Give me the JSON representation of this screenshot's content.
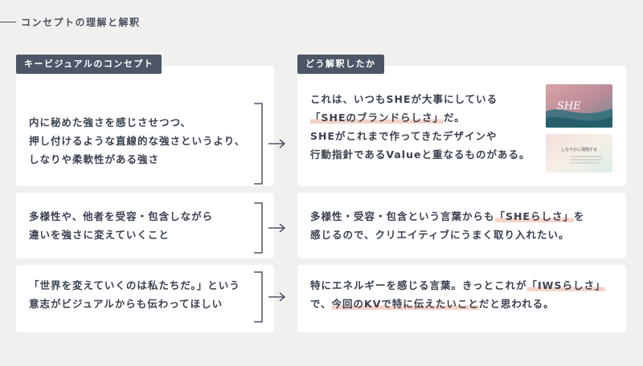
{
  "section_title": "コンセプトの理解と解釈",
  "left": {
    "tag": "キービジュアルのコンセプト",
    "items": [
      {
        "lines": [
          "内に秘めた強さを感じさせつつ、",
          "押し付けるような直線的な強さというより、",
          "しなりや柔軟性がある強さ"
        ]
      },
      {
        "lines": [
          "多様性や、他者を受容・包含しながら",
          "違いを強さに変えていくこと"
        ]
      },
      {
        "lines": [
          "「世界を変えていくのは私たちだ。」という",
          "意志がビジュアルからも伝わってほしい"
        ]
      }
    ]
  },
  "right": {
    "tag": "どう解釈したか",
    "block1": {
      "l1": "これは、いつもSHEが大事にしている",
      "l2_hl": "「SHEのブランドらしさ」",
      "l2_rest": "だ。",
      "l3": "SHEがこれまで作ってきたデザインや",
      "l4": "行動指針であるValueと重なるものがある。"
    },
    "block2": {
      "l1_pre": "多様性・受容・包含という言葉からも",
      "l1_hl": "「SHEらしさ」",
      "l1_post": "を",
      "l2": "感じるので、クリエイティブにうまく取り入れたい。"
    },
    "block3": {
      "l1_pre": "特にエネルギーを感じる言葉。きっとこれが",
      "l1_hl": "「IWSらしさ」",
      "l2_pre": "で、",
      "l2_hl": "今回のKVで特に伝えたいこと",
      "l2_post": "だと思われる。"
    },
    "thumb1_text": "SHE",
    "thumb2_text": "しなやかに飛翔する"
  }
}
